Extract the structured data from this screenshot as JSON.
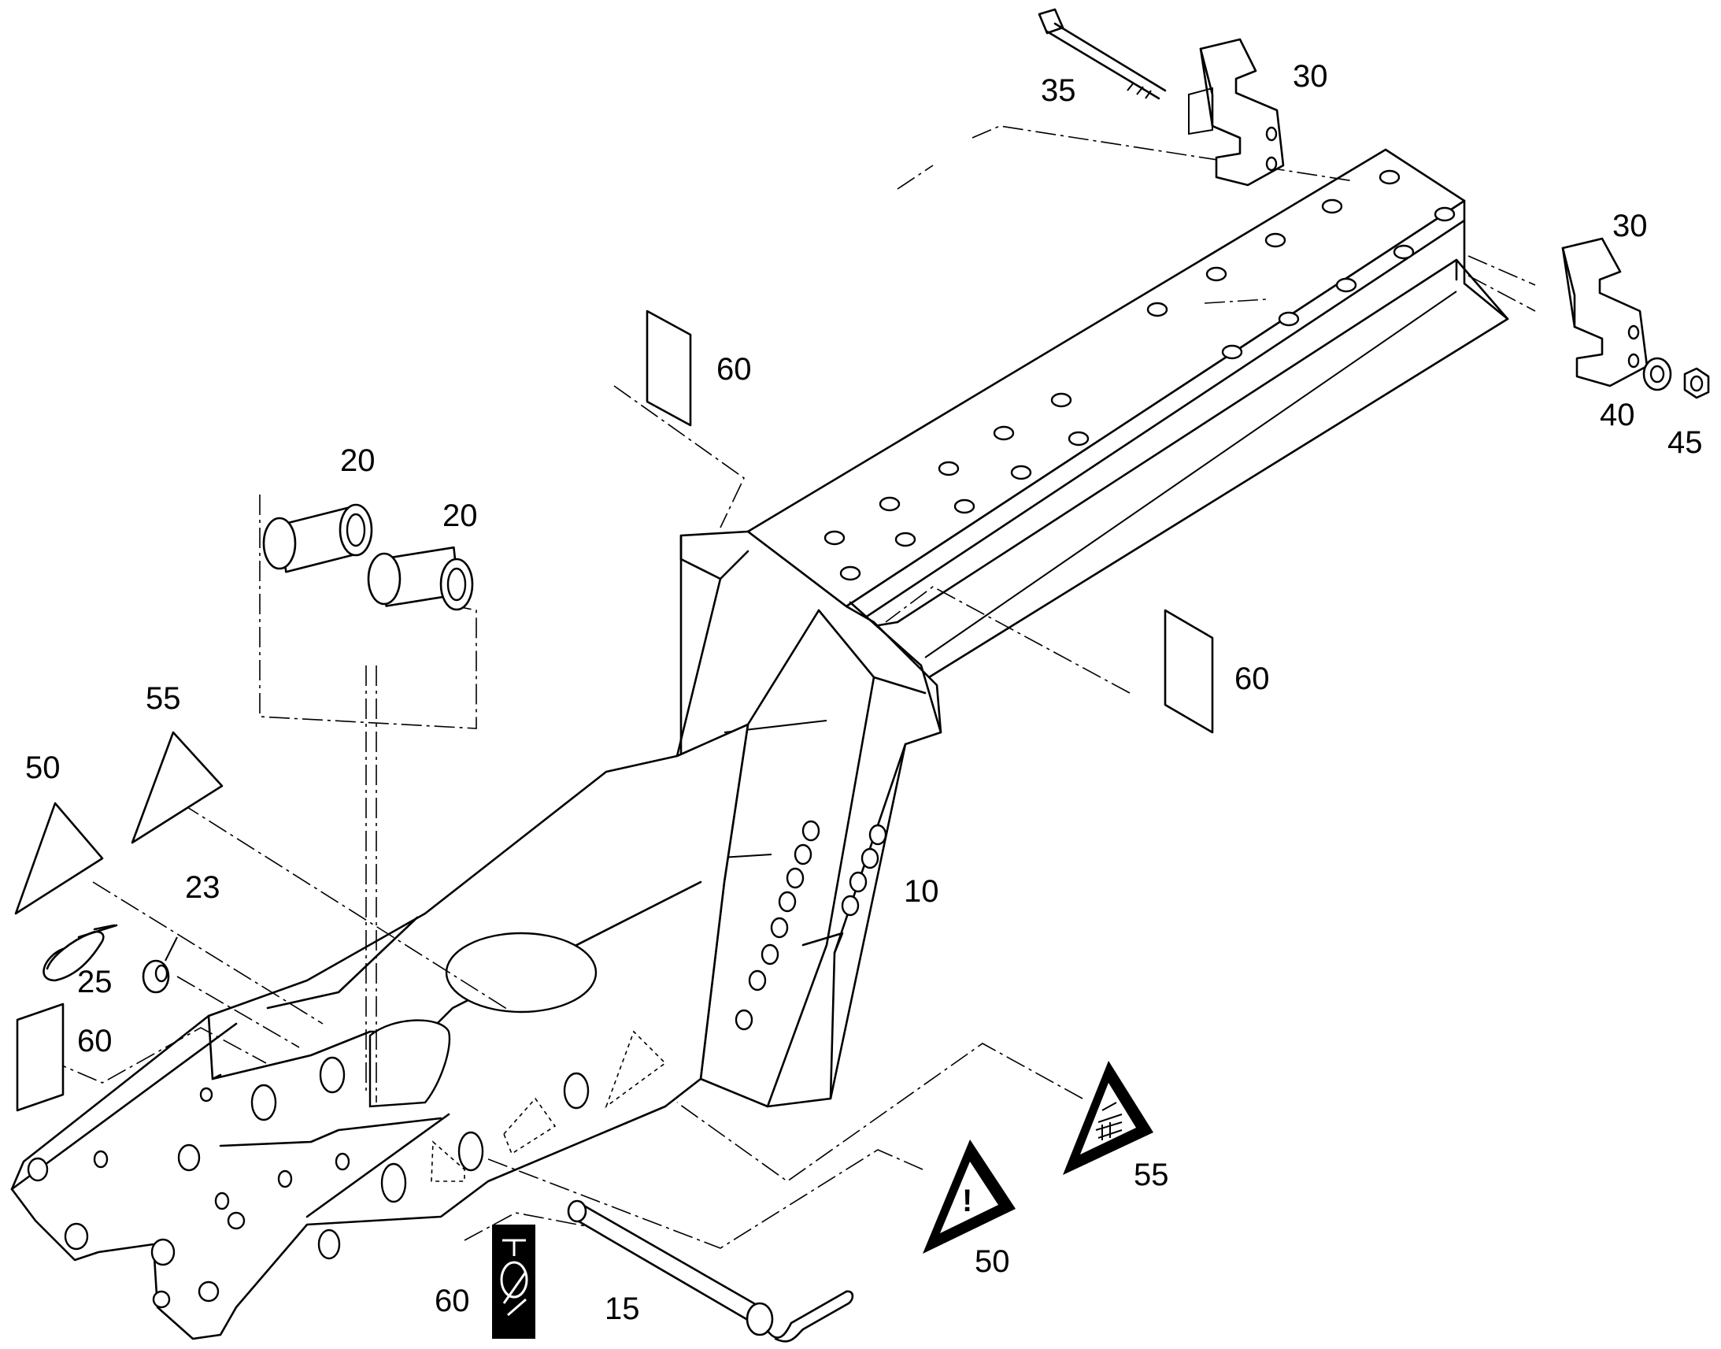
{
  "callouts": {
    "c10": "10",
    "c15": "15",
    "c20a": "20",
    "c20b": "20",
    "c23": "23",
    "c25": "25",
    "c30a": "30",
    "c30b": "30",
    "c35": "35",
    "c40": "40",
    "c45": "45",
    "c50a": "50",
    "c50b": "50",
    "c55a": "55",
    "c55b": "55",
    "c60a": "60",
    "c60b": "60",
    "c60c": "60",
    "c60d": "60"
  },
  "warning_sign_glyph": "!"
}
